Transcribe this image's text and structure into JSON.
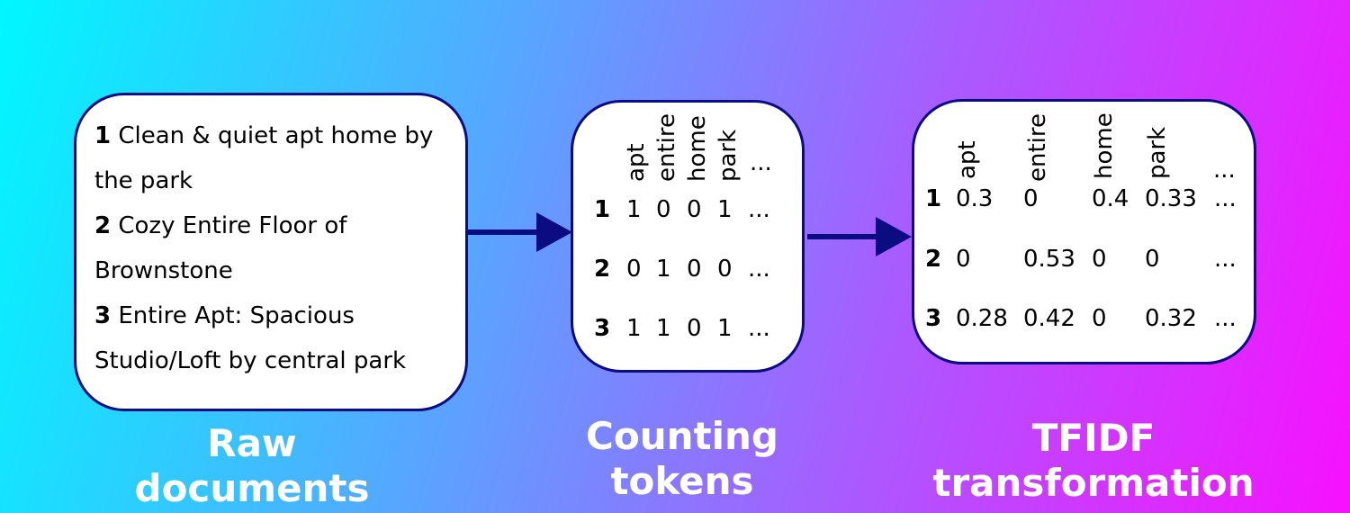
{
  "raw": {
    "docs": [
      {
        "num": "1",
        "line1": "Clean & quiet apt home by",
        "line2": "the park"
      },
      {
        "num": "2",
        "line1": "Cozy Entire Floor of",
        "line2": "Brownstone"
      },
      {
        "num": "3",
        "line1": "Entire Apt: Spacious",
        "line2": "Studio/Loft by central park"
      }
    ],
    "caption1": "Raw",
    "caption2": "documents"
  },
  "counting": {
    "headers": [
      "apt",
      "entire",
      "home",
      "park",
      "..."
    ],
    "rows": [
      {
        "num": "1",
        "values": [
          "1",
          "0",
          "0",
          "1",
          "..."
        ]
      },
      {
        "num": "2",
        "values": [
          "0",
          "1",
          "0",
          "0",
          "..."
        ]
      },
      {
        "num": "3",
        "values": [
          "1",
          "1",
          "0",
          "1",
          "..."
        ]
      }
    ],
    "caption1": "Counting",
    "caption2": "tokens"
  },
  "tfidf": {
    "headers": [
      "apt",
      "entire",
      "home",
      "park",
      "..."
    ],
    "rows": [
      {
        "num": "1",
        "values": [
          "0.3",
          "0",
          "0.4",
          "0.33",
          "..."
        ]
      },
      {
        "num": "2",
        "values": [
          "0",
          "0.53",
          "0",
          "0",
          "..."
        ]
      },
      {
        "num": "3",
        "values": [
          "0.28",
          "0.42",
          "0",
          "0.32",
          "..."
        ]
      }
    ],
    "caption1": "TFIDF",
    "caption2": "transformation"
  },
  "colors": {
    "box_border": "#0c0c82",
    "arrow": "#0c0c82",
    "caption": "#ffffff"
  }
}
